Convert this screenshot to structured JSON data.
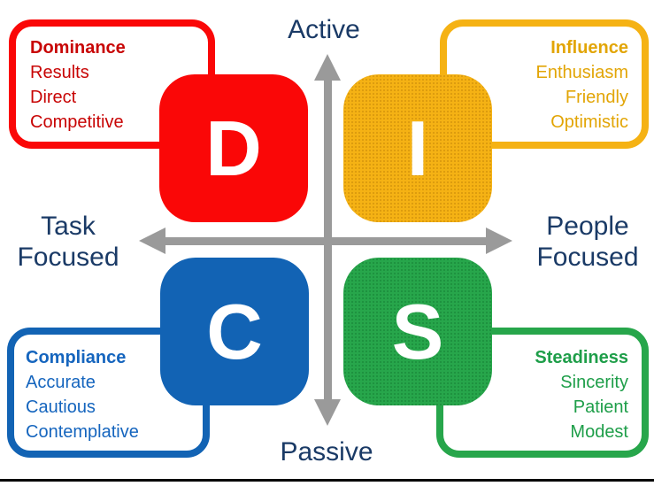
{
  "axes": {
    "top": "Active",
    "bottom": "Passive",
    "left": [
      "Task",
      "Focused"
    ],
    "right": [
      "People",
      "Focused"
    ],
    "label_color": "#1A3A66",
    "arrow_color": "#9A9A9A"
  },
  "quadrants": [
    {
      "letter": "D",
      "title": "Dominance",
      "traits": [
        "Results",
        "Direct",
        "Competitive"
      ],
      "fill_color": "#FA0707",
      "text_color": "#C80505"
    },
    {
      "letter": "I",
      "title": "Influence",
      "traits": [
        "Enthusiasm",
        "Friendly",
        "Optimistic"
      ],
      "fill_color": "#F5B214",
      "text_color": "#E2A506"
    },
    {
      "letter": "C",
      "title": "Compliance",
      "traits": [
        "Accurate",
        "Cautious",
        "Contemplative"
      ],
      "fill_color": "#1263B4",
      "text_color": "#1565BE"
    },
    {
      "letter": "S",
      "title": "Steadiness",
      "traits": [
        "Sincerity",
        "Patient",
        "Modest"
      ],
      "fill_color": "#27A64B",
      "text_color": "#1E9E49"
    }
  ]
}
